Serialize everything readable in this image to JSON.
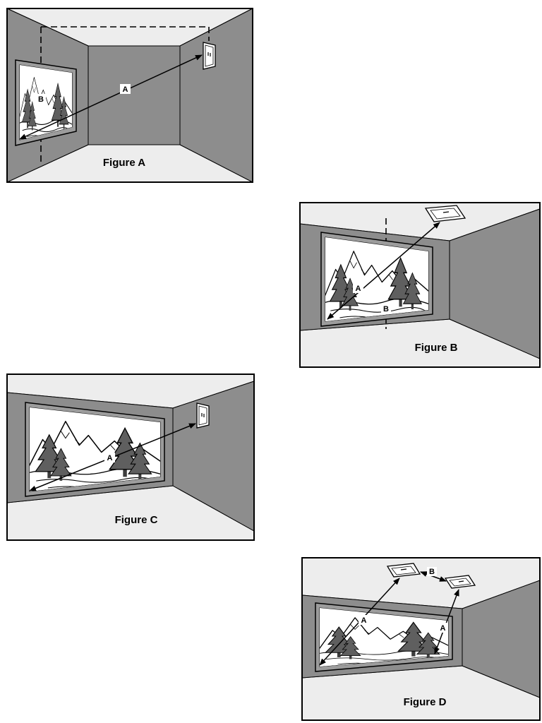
{
  "figures": {
    "a": {
      "caption": "Figure A",
      "label_a": "A",
      "label_b": "B"
    },
    "b": {
      "caption": "Figure B",
      "label_a": "A",
      "label_b": "B"
    },
    "c": {
      "caption": "Figure C",
      "label_a": "A"
    },
    "d": {
      "caption": "Figure D",
      "label_a_left": "A",
      "label_a_right": "A",
      "label_b": "B"
    }
  },
  "colors": {
    "wall": "#8d8d8d",
    "ceiling_floor": "#ededed",
    "outline": "#000000",
    "screen": "#ffffff",
    "tree": "#5f5f5f",
    "label_background": "#ffffff"
  }
}
